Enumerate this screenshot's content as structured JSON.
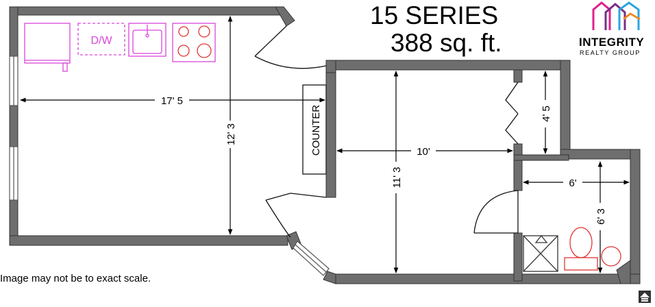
{
  "title": {
    "series": "15 SERIES",
    "area": "388 sq. ft."
  },
  "brand": {
    "name": "INTEGRITY",
    "tagline": "REALTY GROUP",
    "colors": [
      "#e01f8a",
      "#2aa5e0",
      "#f08a24",
      "#7a2f86"
    ]
  },
  "disclaimer": "Image may not be to exact scale.",
  "rooms": {
    "counter_label": "COUNTER",
    "dishwasher_label": "D/W"
  },
  "dimensions": {
    "main_width": "17' 5",
    "main_depth": "12' 3",
    "bedroom_width": "10'",
    "bedroom_depth": "11' 3",
    "closet_depth": "4' 5",
    "bath_width": "6'",
    "bath_depth": "6' 3"
  },
  "colors": {
    "wall": "#6e6e6e",
    "kitchen_appliance": "#d946d9",
    "fixture": "#e23333",
    "line": "#000000"
  }
}
